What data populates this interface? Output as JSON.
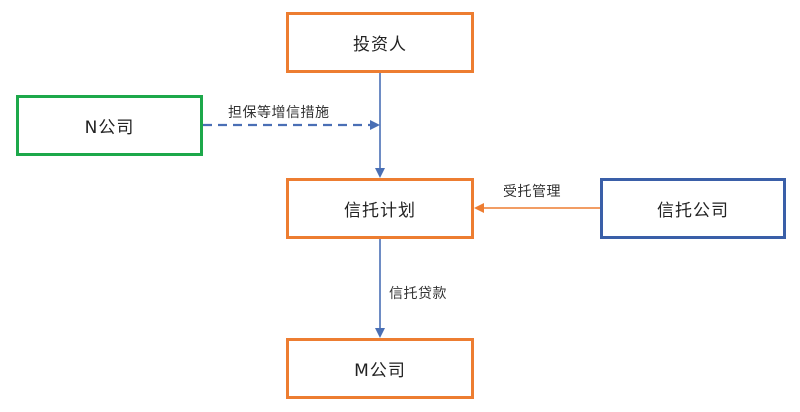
{
  "nodes": {
    "investor": {
      "label": "投资人"
    },
    "n_company": {
      "label": "N公司"
    },
    "trust_plan": {
      "label": "信托计划"
    },
    "trust_company": {
      "label": "信托公司"
    },
    "m_company": {
      "label": "M公司"
    }
  },
  "edges": {
    "guarantee": {
      "label": "担保等增信措施"
    },
    "entrust": {
      "label": "受托管理"
    },
    "loan": {
      "label": "信托贷款"
    }
  },
  "colors": {
    "orange": "#ED7D31",
    "green": "#1DA84A",
    "blue": "#3A5FA8",
    "arrow_blue": "#4A6FB5"
  }
}
